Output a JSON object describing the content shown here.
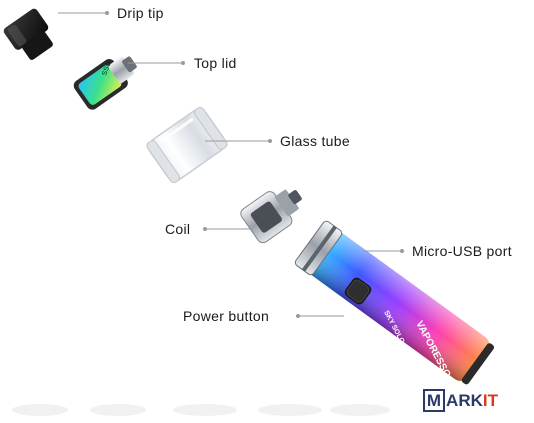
{
  "labels": {
    "drip_tip": "Drip tip",
    "top_lid": "Top lid",
    "glass_tube": "Glass tube",
    "coil": "Coil",
    "micro_usb_port": "Micro-USB port",
    "power_button": "Power button"
  },
  "device": {
    "brand_text": "VAPORESSO",
    "model_text": "SKY SOLO",
    "screen_text": "SSO"
  },
  "watermark": {
    "logo_m": "M",
    "logo_rest": "ARK",
    "logo_it": "IT"
  },
  "colors": {
    "leader_line": "#9a9a9a",
    "label_text": "#1a1a1a",
    "metal": "#cfd3d8",
    "watermark_blue": "#2b3a67",
    "watermark_red": "#d9381e"
  }
}
